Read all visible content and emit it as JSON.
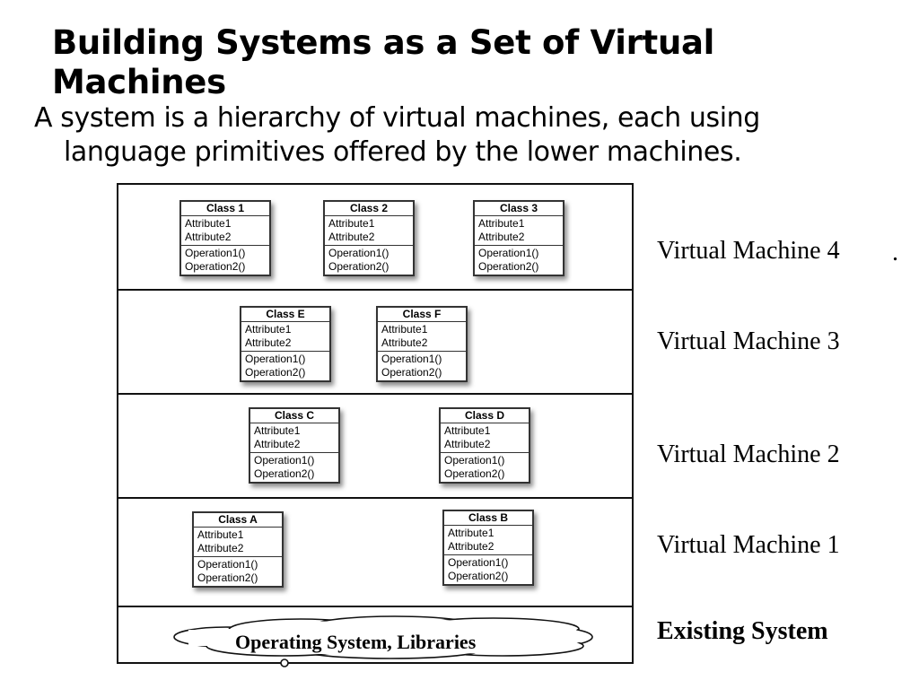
{
  "title": "Building Systems as a Set of Virtual Machines",
  "subtitle": {
    "line1": "A system is a hierarchy of virtual machines, each using",
    "line2": "language primitives offered by the lower machines."
  },
  "layers": [
    {
      "label": "Virtual Machine 4",
      "classes": [
        {
          "name": "Class 1",
          "attributes": [
            "Attribute1",
            "Attribute2"
          ],
          "operations": [
            "Operation1()",
            "Operation2()"
          ]
        },
        {
          "name": "Class 2",
          "attributes": [
            "Attribute1",
            "Attribute2"
          ],
          "operations": [
            "Operation1()",
            "Operation2()"
          ]
        },
        {
          "name": "Class 3",
          "attributes": [
            "Attribute1",
            "Attribute2"
          ],
          "operations": [
            "Operation1()",
            "Operation2()"
          ]
        }
      ]
    },
    {
      "label": "Virtual Machine 3",
      "classes": [
        {
          "name": "Class E",
          "attributes": [
            "Attribute1",
            "Attribute2"
          ],
          "operations": [
            "Operation1()",
            "Operation2()"
          ]
        },
        {
          "name": "Class F",
          "attributes": [
            "Attribute1",
            "Attribute2"
          ],
          "operations": [
            "Operation1()",
            "Operation2()"
          ]
        }
      ]
    },
    {
      "label": "Virtual Machine 2",
      "classes": [
        {
          "name": "Class C",
          "attributes": [
            "Attribute1",
            "Attribute2"
          ],
          "operations": [
            "Operation1()",
            "Operation2()"
          ]
        },
        {
          "name": "Class D",
          "attributes": [
            "Attribute1",
            "Attribute2"
          ],
          "operations": [
            "Operation1()",
            "Operation2()"
          ]
        }
      ]
    },
    {
      "label": "Virtual Machine 1",
      "classes": [
        {
          "name": "Class A",
          "attributes": [
            "Attribute1",
            "Attribute2"
          ],
          "operations": [
            "Operation1()",
            "Operation2()"
          ]
        },
        {
          "name": "Class B",
          "attributes": [
            "Attribute1",
            "Attribute2"
          ],
          "operations": [
            "Operation1()",
            "Operation2()"
          ]
        }
      ]
    }
  ],
  "base": {
    "label": "Existing  System",
    "cloud_text": "Operating System, Libraries"
  },
  "trailing_mark": "."
}
